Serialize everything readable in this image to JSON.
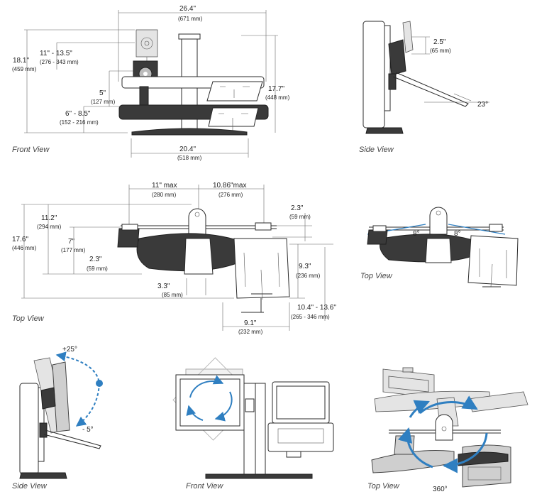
{
  "front_view_1": {
    "caption": "Front View",
    "dims": {
      "overall_width": "26.4\"",
      "overall_width_mm": "(671 mm)",
      "height_range": "11\" - 13.5\"",
      "height_range_mm": "(276 - 343 mm)",
      "total_height": "18.1\"",
      "total_height_mm": "(459 mm)",
      "offset": "5\"",
      "offset_mm": "(127 mm)",
      "lower_range": "6\" - 8.5\"",
      "lower_range_mm": "(152 - 216 mm)",
      "right_height": "17.7\"",
      "right_height_mm": "(448 mm)",
      "base_width": "20.4\"",
      "base_width_mm": "(518 mm)"
    }
  },
  "side_view_1": {
    "caption": "Side View",
    "dims": {
      "rise": "2.5\"",
      "rise_mm": "(65 mm)",
      "tilt": "23°"
    }
  },
  "top_view_1": {
    "caption": "Top View",
    "dims": {
      "left_reach": "11\" max",
      "left_reach_mm": "(280 mm)",
      "right_reach": "10.86\"max",
      "right_reach_mm": "(276 mm)",
      "small_right": "2.3\"",
      "small_right_mm": "(59 mm)",
      "depth_a": "11.2\"",
      "depth_a_mm": "(294 mm)",
      "depth_total": "17.6\"",
      "depth_total_mm": "(446 mm)",
      "depth_b": "7\"",
      "depth_b_mm": "(177 mm)",
      "small_left": "2.3\"",
      "small_left_mm": "(59 mm)",
      "center": "3.3\"",
      "center_mm": "(85 mm)",
      "tray_depth": "9.3\"",
      "tray_depth_mm": "(236 mm)",
      "tray_range": "10.4\" - 13.6\"",
      "tray_range_mm": "(265 - 346 mm)",
      "tray_width": "9.1\"",
      "tray_width_mm": "(232 mm)"
    }
  },
  "top_view_2": {
    "caption": "Top View",
    "angle_left": "8°",
    "angle_right": "8°"
  },
  "side_view_2": {
    "caption": "Side View",
    "tilt_up": "+25°",
    "tilt_down": "- 5°"
  },
  "front_view_2": {
    "caption": "Front View"
  },
  "top_view_3": {
    "caption": "Top View",
    "rotation": "360°"
  },
  "colors": {
    "accent_blue": "#2f7fc1",
    "grey_part": "#cfcfcf",
    "dark_part": "#3a3a3a"
  }
}
